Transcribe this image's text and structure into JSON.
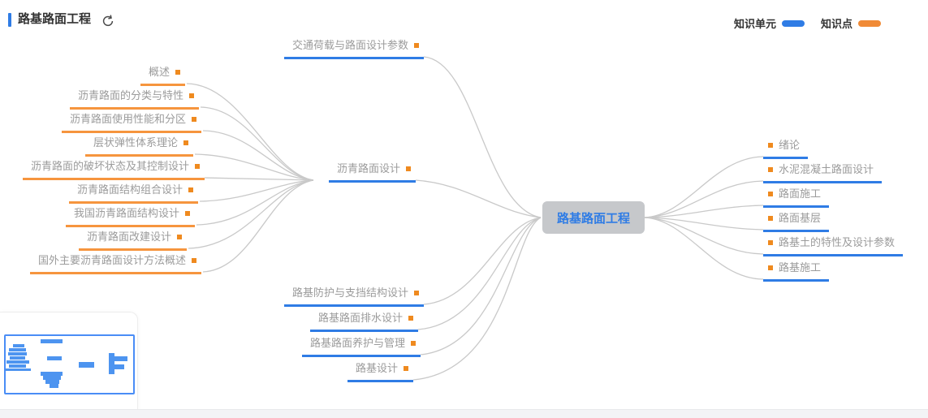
{
  "header": {
    "title": "路基路面工程"
  },
  "legend": {
    "unit_label": "知识单元",
    "point_label": "知识点"
  },
  "colors": {
    "unit_blue": "#2f7ce5",
    "point_orange": "#f6953e",
    "bullet_orange": "#ef8a1f",
    "edge_gray": "#c9c9c9",
    "root_bg": "#c6c8cb",
    "root_text": "#2f7ce5"
  },
  "root": {
    "label": "路基路面工程"
  },
  "points": [
    "概述",
    "沥青路面的分类与特性",
    "沥青路面使用性能和分区",
    "层状弹性体系理论",
    "沥青路面的破坏状态及其控制设计",
    "沥青路面结构组合设计",
    "我国沥青路面结构设计",
    "沥青路面改建设计",
    "国外主要沥青路面设计方法概述"
  ],
  "units_mid": [
    "交通荷载与路面设计参数",
    "沥青路面设计",
    "路基防护与支挡结构设计",
    "路基路面排水设计",
    "路基路面养护与管理",
    "路基设计"
  ],
  "units_right": [
    "绪论",
    "水泥混凝土路面设计",
    "路面施工",
    "路面基层",
    "路基土的特性及设计参数",
    "路基施工"
  ]
}
